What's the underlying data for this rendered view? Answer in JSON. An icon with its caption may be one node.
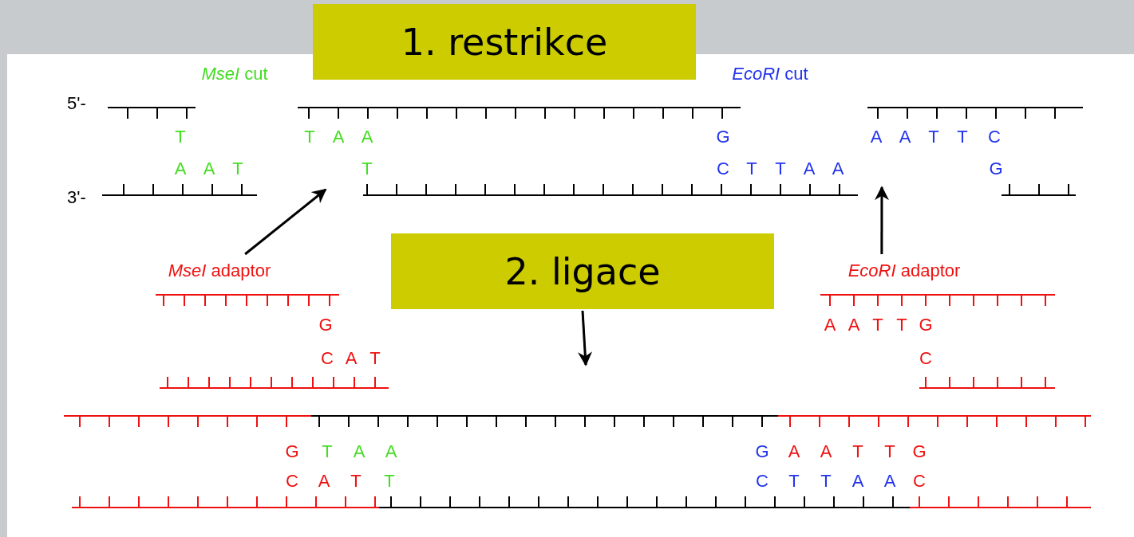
{
  "diagram": {
    "nodes": [
      {
        "text": [
          "1. restrikce"
        ]
      },
      {
        "text": [
          "2. ligace"
        ]
      },
      {
        "text": [
          "*MseI* adaptor"
        ]
      },
      {
        "text": [
          "*EcoRI* adaptor"
        ]
      }
    ],
    "edges": [
      {
        "from": 2,
        "to": null,
        "arrow": "to"
      },
      {
        "from": 3,
        "to": null,
        "arrow": "to"
      },
      {
        "from": 1,
        "to": null,
        "arrow": "to"
      }
    ],
    "labels": [
      "*MseI* cut",
      "*EcoRI* cut",
      "5'-",
      "T",
      "T",
      "A",
      "A",
      "G",
      "A",
      "A",
      "T",
      "T",
      "C",
      "A",
      "A",
      "T",
      "T",
      "C",
      "T",
      "T",
      "A",
      "A",
      "G",
      "3'-",
      "G",
      "A",
      "A",
      "T",
      "T",
      "G",
      "C",
      "A",
      "T",
      "C",
      "G",
      "T",
      "A",
      "A",
      "G",
      "A",
      "A",
      "T",
      "T",
      "G",
      "C",
      "A",
      "T",
      "T",
      "C",
      "T",
      "T",
      "A",
      "A",
      "C"
    ]
  }
}
